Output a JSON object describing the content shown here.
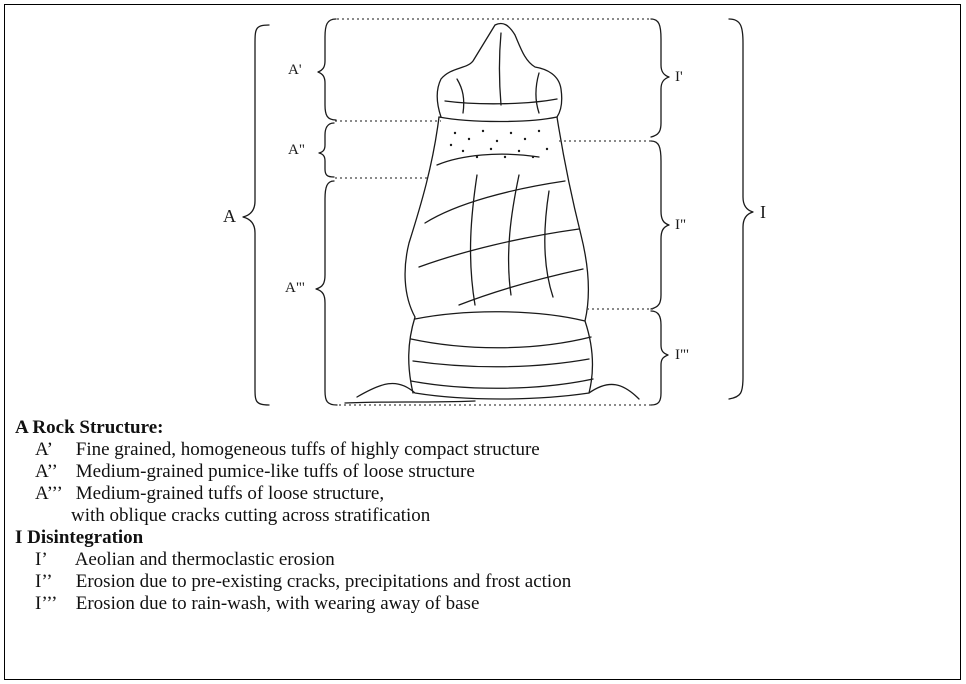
{
  "diagram": {
    "labels": {
      "a_main": "A",
      "a1": "A'",
      "a2": "A\"",
      "a3": "A\"'",
      "i_main": "I",
      "i1": "I'",
      "i2": "I\"",
      "i3": "I\"'"
    },
    "colors": {
      "ink": "#1a1a1a",
      "dotted": "#444444"
    }
  },
  "legend": {
    "rock_heading": "A Rock Structure:",
    "rock_items": [
      {
        "code": "A’",
        "text": "Fine grained, homogeneous tuffs of highly compact structure"
      },
      {
        "code": "A’’",
        "text": "Medium-grained pumice-like tuffs of loose structure"
      },
      {
        "code": "A’’’",
        "text": "Medium-grained tuffs of loose structure,"
      }
    ],
    "rock_item3_continuation": "with oblique cracks cutting across stratification",
    "disintegration_heading": "I Disintegration",
    "disintegration_items": [
      {
        "code": "I’",
        "text": "Aeolian and thermoclastic erosion"
      },
      {
        "code": "I’’",
        "text": "Erosion due to pre-existing cracks, precipitations and frost action"
      },
      {
        "code": "I’’’",
        "text": "Erosion due to rain-wash, with wearing away of base"
      }
    ]
  }
}
